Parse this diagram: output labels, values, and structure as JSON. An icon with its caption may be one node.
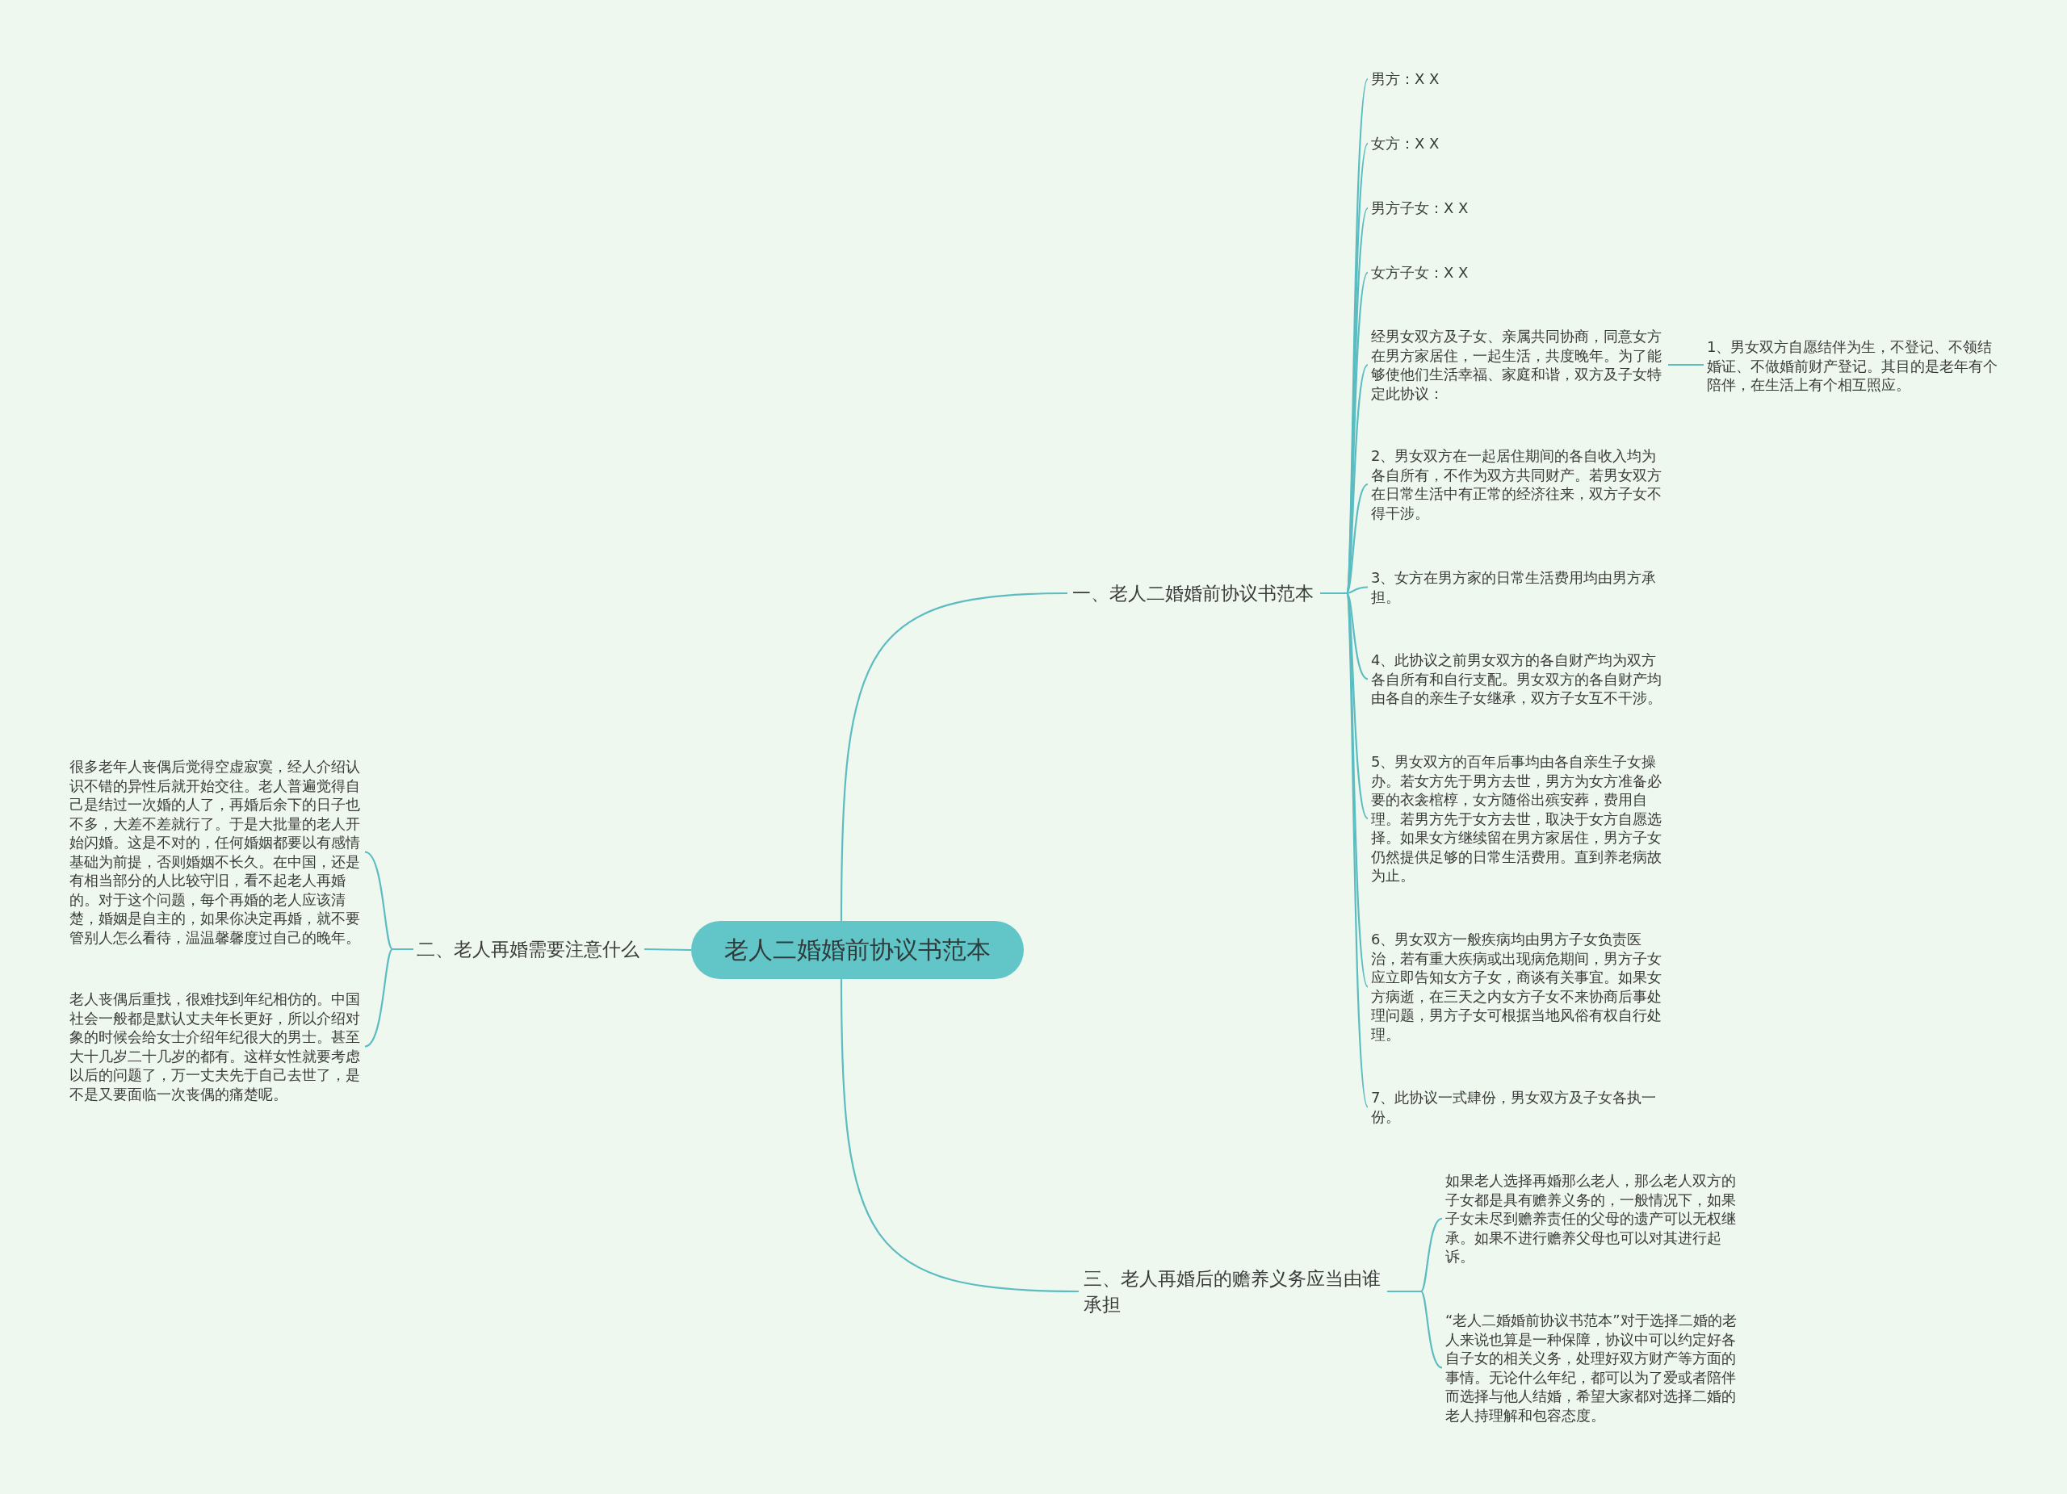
{
  "diagram": {
    "nodes": [
      {
        "text": [
          "老人二婚婚前协议书范本"
        ]
      },
      {
        "text": [
          "一、老人二婚婚前协议书范本"
        ]
      },
      {
        "text": [
          "二、老人再婚需要注意什么"
        ]
      },
      {
        "text": [
          "三、老人再婚后的赡养义务应当由谁承担"
        ]
      },
      {
        "text": [
          "男方：X X"
        ]
      },
      {
        "text": [
          "女方：X X"
        ]
      },
      {
        "text": [
          "男方子女：X X"
        ]
      },
      {
        "text": [
          "女方子女：X X"
        ]
      },
      {
        "text": [
          "经男女双方及子女、亲属共同协商，同意女方在男方家居住，一起生活，共度晚年。为了能够使他们生活幸福、家庭和谐，双方及子女特定此协议："
        ]
      },
      {
        "text": [
          "1、男女双方自愿结伴为生，不登记、不领结婚证、不做婚前财产登记。其目的是老年有个陪伴，在生活上有个相互照应。"
        ]
      },
      {
        "text": [
          "2、男女双方在一起居住期间的各自收入均为各自所有，不作为双方共同财产。若男女双方在日常生活中有正常的经济往来，双方子女不得干涉。"
        ]
      },
      {
        "text": [
          "3、女方在男方家的日常生活费用均由男方承担。"
        ]
      },
      {
        "text": [
          "4、此协议之前男女双方的各自财产均为双方各自所有和自行支配。男女双方的各自财产均由各自的亲生子女继承，双方子女互不干涉。"
        ]
      },
      {
        "text": [
          "5、男女双方的百年后事均由各自亲生子女操办。若女方先于男方去世，男方为女方准备必要的衣衾棺椁，女方随俗出殡安葬，费用自理。若男方先于女方去世，取决于女方自愿选择。如果女方继续留在男方家居住，男方子女仍然提供足够的日常生活费用。直到养老病故为止。"
        ]
      },
      {
        "text": [
          "6、男女双方一般疾病均由男方子女负责医治，若有重大疾病或出现病危期间，男方子女应立即告知女方子女，商谈有关事宜。如果女方病逝，在三天之内女方子女不来协商后事处理问题，男方子女可根据当地风俗有权自行处理。"
        ]
      },
      {
        "text": [
          "7、此协议一式肆份，男女双方及子女各执一份。"
        ]
      },
      {
        "text": [
          "很多老年人丧偶后觉得空虚寂寞，经人介绍认识不错的异性后就开始交往。老人普遍觉得自己是结过一次婚的人了，再婚后余下的日子也不多，大差不差就行了。于是大批量的老人开始闪婚。这是不对的，任何婚姻都要以有感情基础为前提，否则婚姻不长久。在中国，还是有相当部分的人比较守旧，看不起老人再婚的。对于这个问题，每个再婚的老人应该清楚，婚姻是自主的，如果你决定再婚，就不要管别人怎么看待，温温馨馨度过自己的晚年。"
        ]
      },
      {
        "text": [
          "老人丧偶后重找，很难找到年纪相仿的。中国社会一般都是默认丈夫年长更好，所以介绍对象的时候会给女士介绍年纪很大的男士。甚至大十几岁二十几岁的都有。这样女性就要考虑以后的问题了，万一丈夫先于自己去世了，是不是又要面临一次丧偶的痛楚呢。"
        ]
      },
      {
        "text": [
          "如果老人选择再婚那么老人，那么老人双方的子女都是具有赡养义务的，一般情况下，如果子女未尽到赡养责任的父母的遗产可以无权继承。如果不进行赡养父母也可以对其进行起诉。"
        ]
      },
      {
        "text": [
          "“老人二婚婚前协议书范本”对于选择二婚的老人来说也算是一种保障，协议中可以约定好各自子女的相关义务，处理好双方财产等方面的事情。无论什么年纪，都可以为了爱或者陪伴而选择与他人结婚，希望大家都对选择二婚的老人持理解和包容态度。"
        ]
      }
    ],
    "edges": [
      {
        "from": 0,
        "to": 1,
        "arrow": "none"
      },
      {
        "from": 0,
        "to": 2,
        "arrow": "none"
      },
      {
        "from": 0,
        "to": 3,
        "arrow": "none"
      },
      {
        "from": 1,
        "to": 4,
        "arrow": "none"
      },
      {
        "from": 1,
        "to": 5,
        "arrow": "none"
      },
      {
        "from": 1,
        "to": 6,
        "arrow": "none"
      },
      {
        "from": 1,
        "to": 7,
        "arrow": "none"
      },
      {
        "from": 1,
        "to": 8,
        "arrow": "none"
      },
      {
        "from": 8,
        "to": 9,
        "arrow": "none"
      },
      {
        "from": 1,
        "to": 10,
        "arrow": "none"
      },
      {
        "from": 1,
        "to": 11,
        "arrow": "none"
      },
      {
        "from": 1,
        "to": 12,
        "arrow": "none"
      },
      {
        "from": 1,
        "to": 13,
        "arrow": "none"
      },
      {
        "from": 1,
        "to": 14,
        "arrow": "none"
      },
      {
        "from": 1,
        "to": 15,
        "arrow": "none"
      },
      {
        "from": 2,
        "to": 16,
        "arrow": "none"
      },
      {
        "from": 2,
        "to": 17,
        "arrow": "none"
      },
      {
        "from": 3,
        "to": 18,
        "arrow": "none"
      },
      {
        "from": 3,
        "to": 19,
        "arrow": "none"
      }
    ]
  }
}
